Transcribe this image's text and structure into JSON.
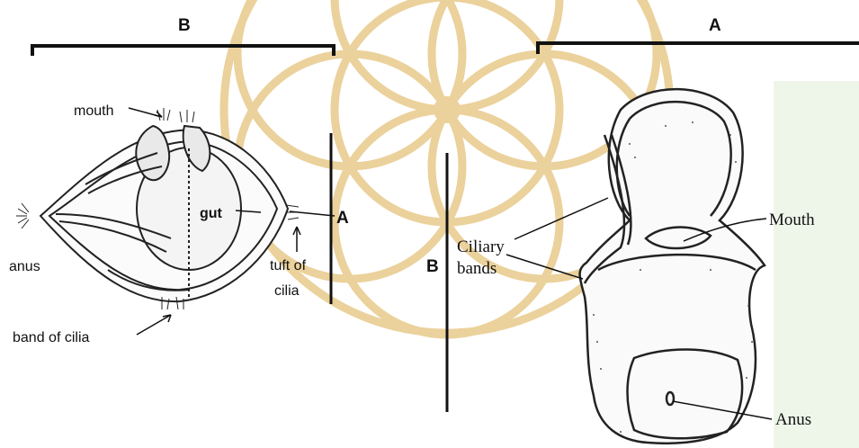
{
  "watermark": {
    "color": "#e8c98a",
    "icon": "flower-of-life-watermark"
  },
  "left_diagram": {
    "bracket_label": "B",
    "mouth_label": "mouth",
    "gut_label": "gut",
    "anus_label": "anus",
    "tuft_label_line1": "tuft of",
    "tuft_label_line2": "cilia",
    "band_label": "band of cilia",
    "divider_label": "A"
  },
  "right_diagram": {
    "bracket_label": "A",
    "ciliary_label_line1": "Ciliary",
    "ciliary_label_line2": "bands",
    "mouth_label": "Mouth",
    "anus_label": "Anus",
    "divider_label": "B",
    "panel_tint": "#eef6ea"
  }
}
